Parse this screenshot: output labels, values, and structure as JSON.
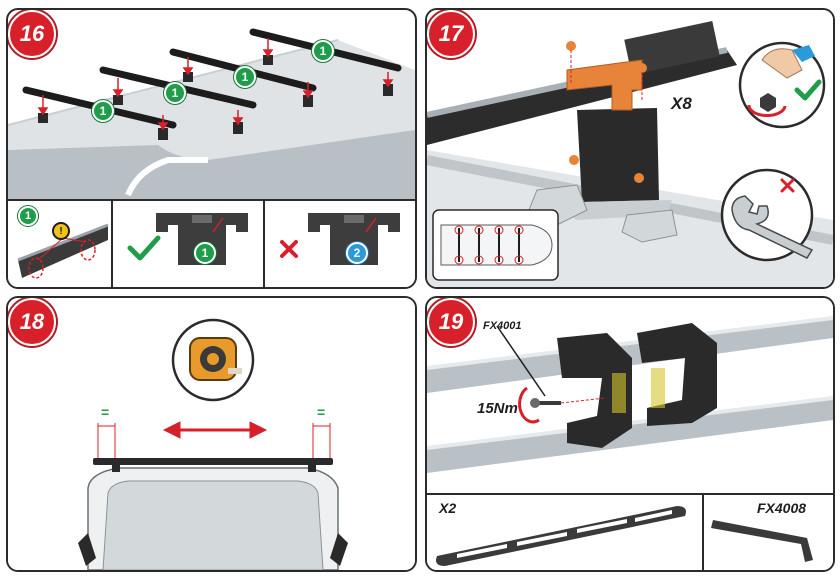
{
  "steps": {
    "s16": {
      "number": "16",
      "callout": "1",
      "sub_callout": "1",
      "correct_callout": "1",
      "wrong_callout": "2",
      "warning": "!"
    },
    "s17": {
      "number": "17",
      "quantity": "X8"
    },
    "s18": {
      "number": "18",
      "equal_left": "=",
      "equal_right": "="
    },
    "s19": {
      "number": "19",
      "part_code": "FX4001",
      "torque": "15Nm",
      "quantity": "X2",
      "tool_code": "FX4008"
    }
  },
  "colors": {
    "accent_red": "#d8202a",
    "ok_green": "#1f9d4a",
    "alt_blue": "#2a9bd8",
    "bracket_orange": "#e8833a"
  },
  "icons": [
    "check-icon",
    "cross-icon",
    "warning-icon",
    "measuring-tape-icon",
    "wrench-icon",
    "nut-hand-icon",
    "torque-arrow-icon",
    "hex-key-icon"
  ]
}
